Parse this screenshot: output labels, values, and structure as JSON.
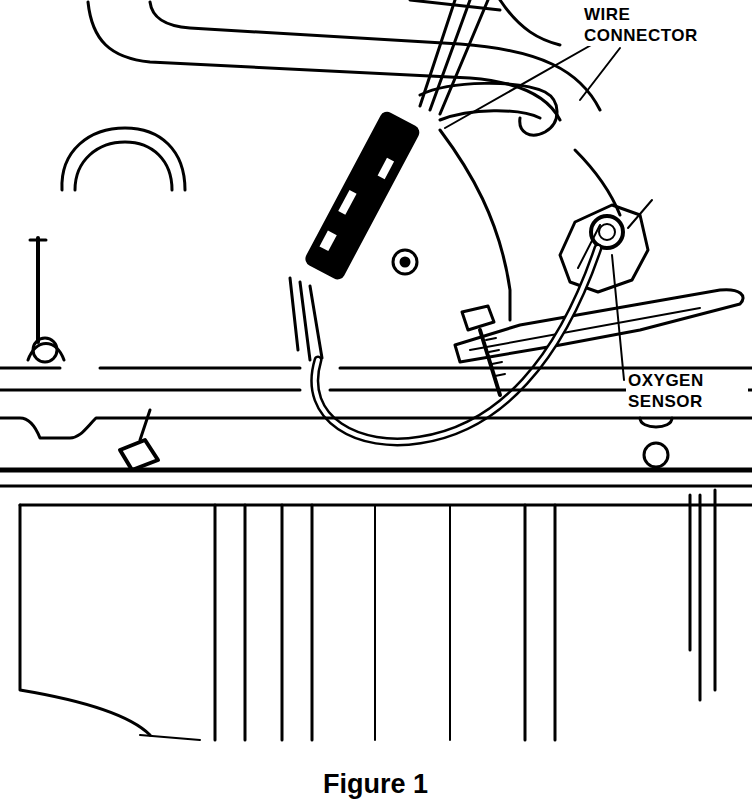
{
  "diagram": {
    "caption": "Figure 1",
    "labels": [
      "WIRE CONNECTOR",
      "OXYGEN SENSOR"
    ]
  }
}
